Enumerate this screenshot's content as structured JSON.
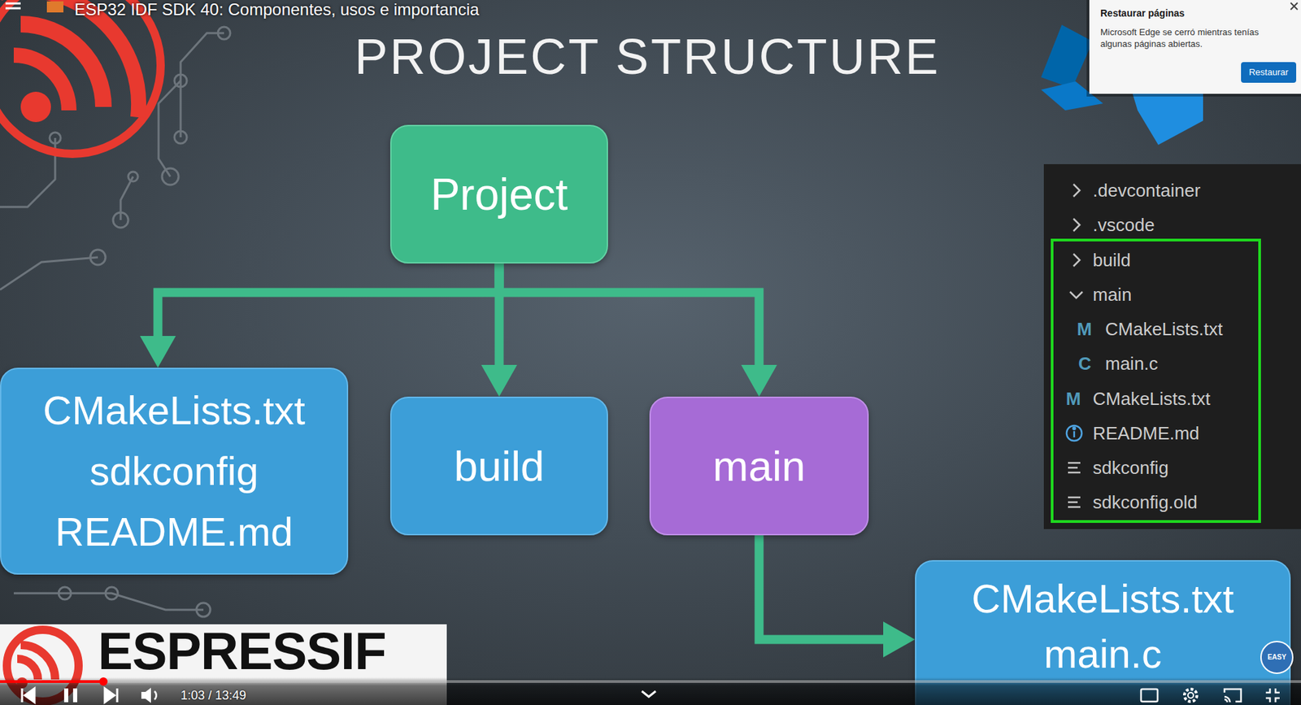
{
  "diagram": {
    "title": "PROJECT STRUCTURE",
    "nodes": [
      {
        "text": [
          "Project"
        ]
      },
      {
        "text": [
          "CMakeLists.txt",
          "sdkconfig",
          "README.md"
        ]
      },
      {
        "text": [
          "build"
        ]
      },
      {
        "text": [
          "main"
        ]
      },
      {
        "text": [
          "CMakeLists.txt",
          "main.c"
        ]
      }
    ],
    "edges": [
      {
        "from": 0,
        "to": 1,
        "arrow": "to"
      },
      {
        "from": 0,
        "to": 2,
        "arrow": "to"
      },
      {
        "from": 0,
        "to": 3,
        "arrow": "to"
      },
      {
        "from": 3,
        "to": 4,
        "arrow": "to"
      }
    ],
    "labels": [
      "ESP32 IDF SDK 40: Componentes, usos e importancia",
      "Restaurar páginas",
      "Microsoft Edge se cerró mientras tenías algunas páginas abiertas.",
      "Restaurar",
      ".devcontainer",
      ".vscode",
      "build",
      "main",
      "M",
      "CMakeLists.txt",
      "C",
      "main.c",
      "M",
      "CMakeLists.txt",
      "README.md",
      "sdkconfig",
      "sdkconfig.old",
      "ESPRESSIF",
      "1:03 / 13:49",
      "EASY"
    ]
  }
}
